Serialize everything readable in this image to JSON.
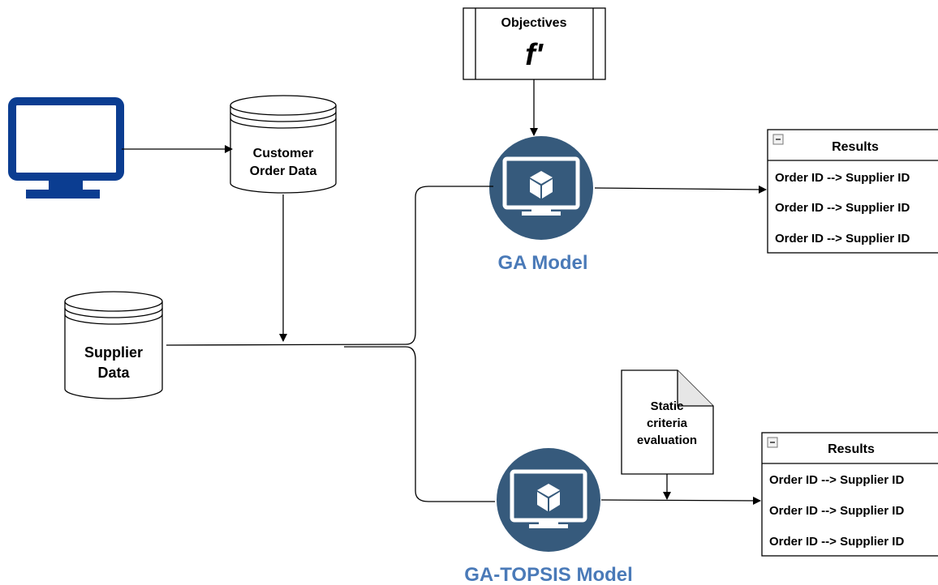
{
  "objectives": {
    "title": "Objectives",
    "symbol": "f'"
  },
  "customer_order_data": {
    "line1": "Customer",
    "line2": "Order Data"
  },
  "supplier_data": {
    "line1": "Supplier",
    "line2": "Data"
  },
  "ga_model": {
    "label": "GA Model"
  },
  "ga_topsis_model": {
    "label": "GA-TOPSIS Model"
  },
  "static_criteria": {
    "line1": "Static",
    "line2": "criteria",
    "line3": "evaluation"
  },
  "results_top": {
    "title": "Results",
    "rows": [
      "Order ID --> Supplier ID",
      "Order ID --> Supplier ID",
      "Order ID --> Supplier ID"
    ]
  },
  "results_bottom": {
    "title": "Results",
    "rows": [
      "Order ID --> Supplier ID",
      "Order ID --> Supplier ID",
      "Order ID --> Supplier ID"
    ]
  },
  "colors": {
    "monitor_blue": "#0b3d91",
    "model_circle": "#365a7c",
    "model_label": "#4a7ab8"
  },
  "icons": [
    "desktop-monitor-icon",
    "database-icon",
    "cube-monitor-icon",
    "document-icon",
    "collapse-icon"
  ]
}
